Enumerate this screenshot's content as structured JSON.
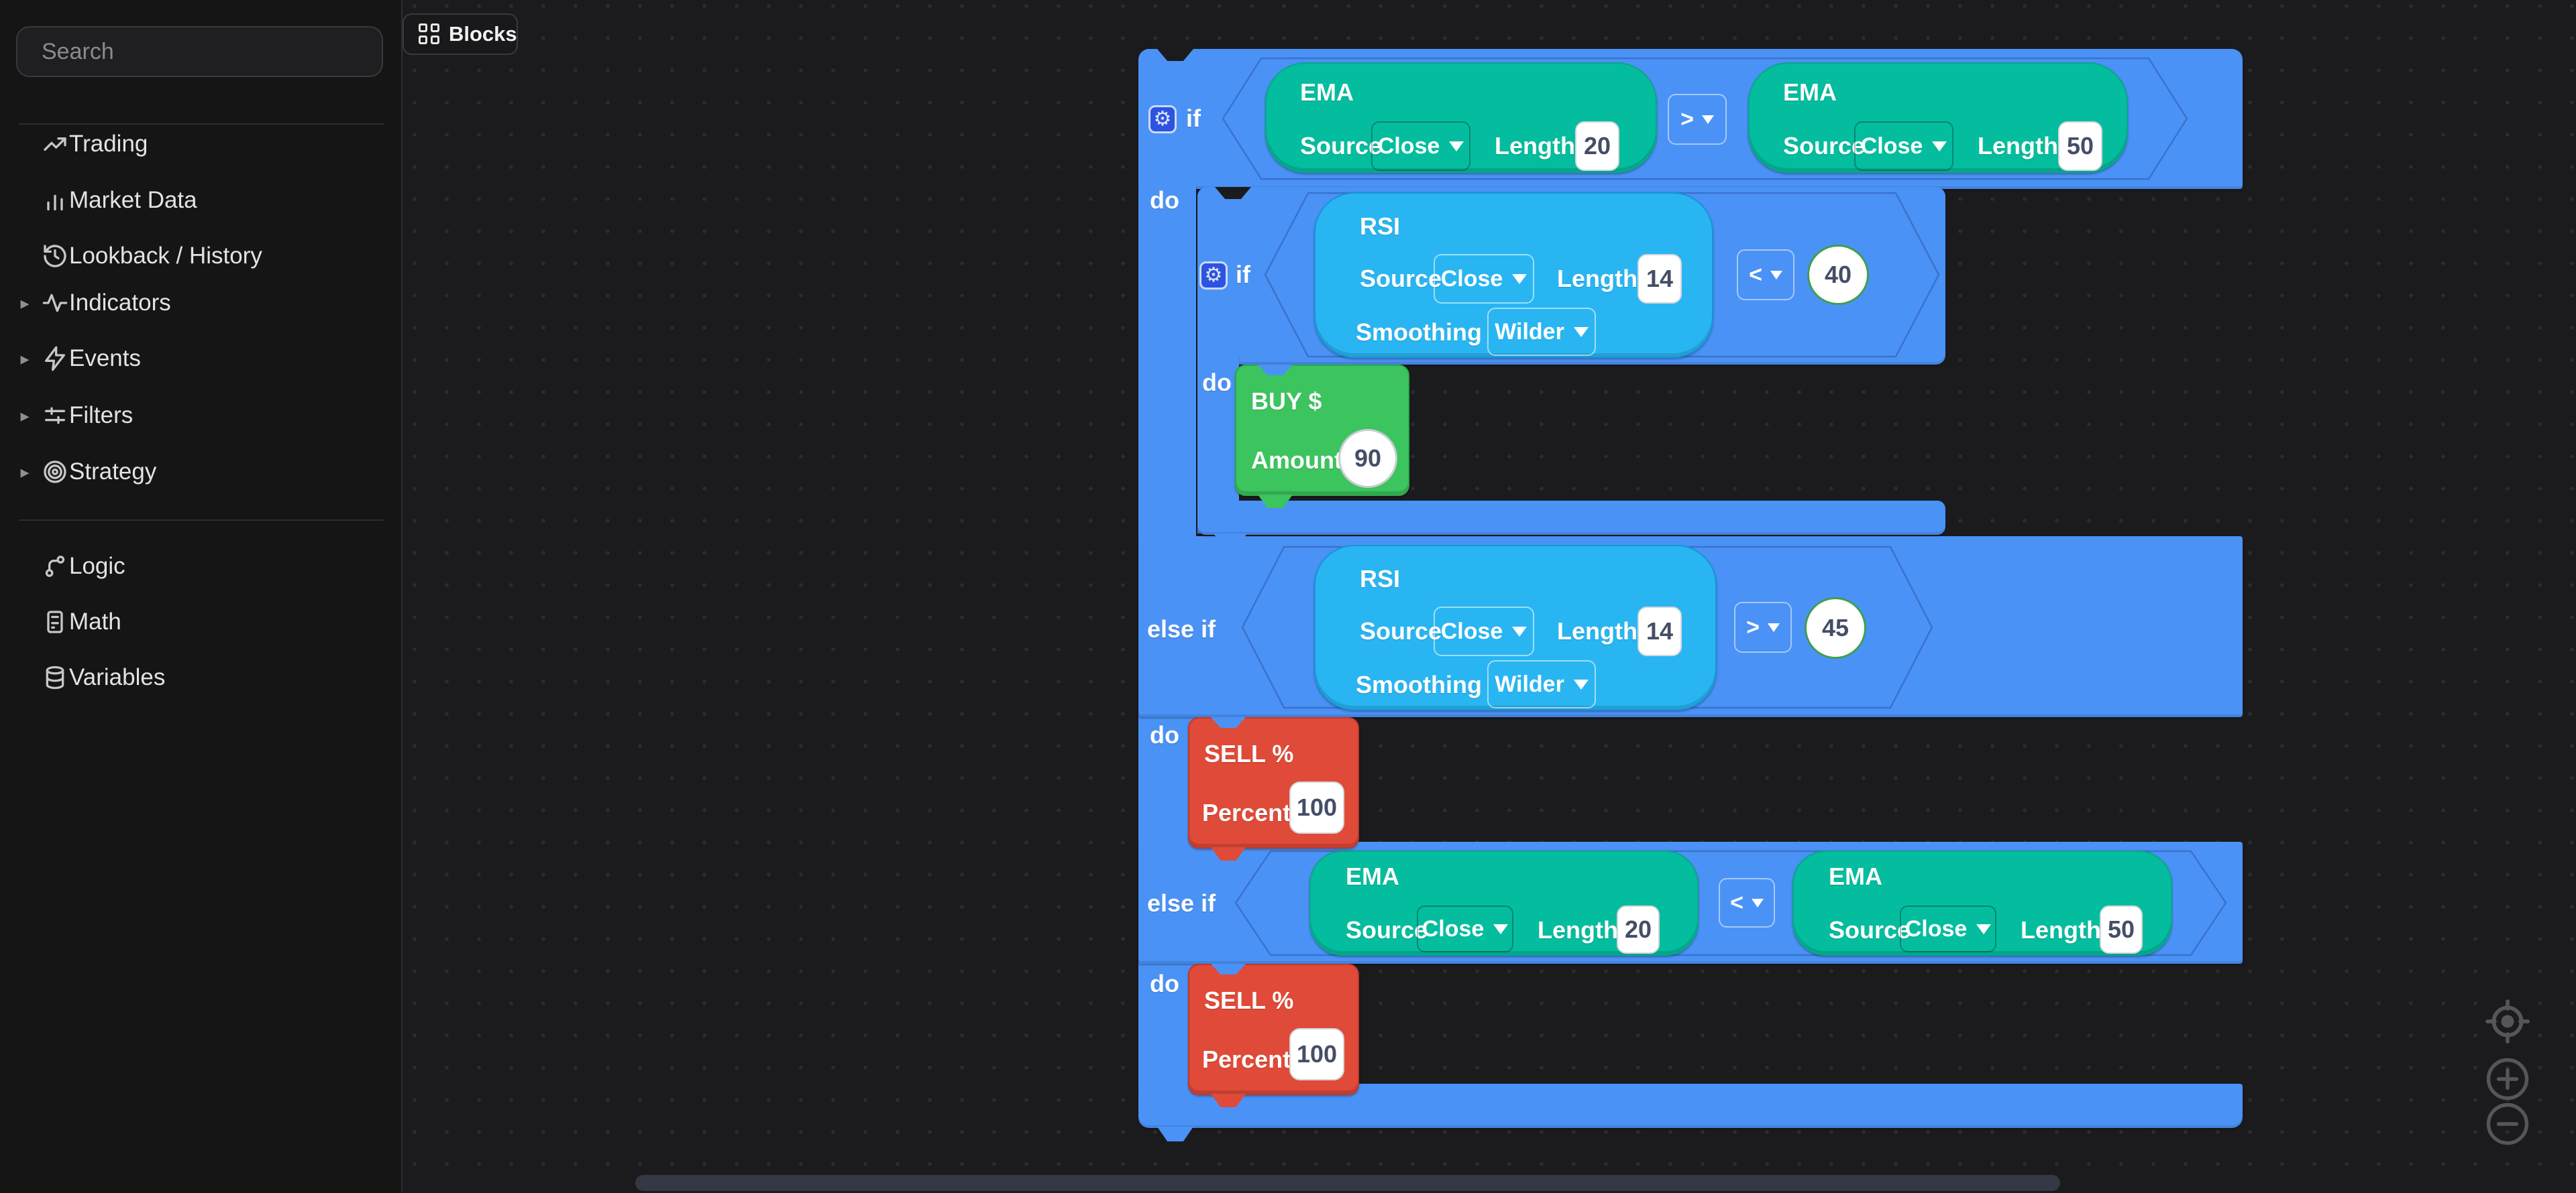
{
  "sidebar": {
    "search_placeholder": "Search",
    "items": [
      {
        "label": "Trading",
        "icon": "trending-up-icon",
        "expandable": false
      },
      {
        "label": "Market Data",
        "icon": "bar-chart-icon",
        "expandable": false
      },
      {
        "label": "Lookback / History",
        "icon": "history-icon",
        "expandable": false
      },
      {
        "label": "Indicators",
        "icon": "activity-icon",
        "expandable": true
      },
      {
        "label": "Events",
        "icon": "zap-icon",
        "expandable": true
      },
      {
        "label": "Filters",
        "icon": "sliders-icon",
        "expandable": true
      },
      {
        "label": "Strategy",
        "icon": "target-icon",
        "expandable": true
      },
      {
        "label": "Logic",
        "icon": "git-branch-icon",
        "expandable": false
      },
      {
        "label": "Math",
        "icon": "calculator-icon",
        "expandable": false
      },
      {
        "label": "Variables",
        "icon": "database-icon",
        "expandable": false
      }
    ]
  },
  "toolbar": {
    "blocks_tab": "Blocks"
  },
  "workspace": {
    "keywords": {
      "if": "if",
      "do": "do",
      "else_if": "else if"
    },
    "ema20_top": {
      "title": "EMA",
      "source_label": "Source",
      "source": "Close",
      "length_label": "Length",
      "length": "20"
    },
    "op_top": ">",
    "ema50_top": {
      "title": "EMA",
      "source_label": "Source",
      "source": "Close",
      "length_label": "Length",
      "length": "50"
    },
    "rsi_buy": {
      "title": "RSI",
      "source_label": "Source",
      "source": "Close",
      "length_label": "Length",
      "length": "14",
      "smoothing_label": "Smoothing",
      "smoothing": "Wilder"
    },
    "op_rsi_buy": "<",
    "rsi_buy_threshold": "40",
    "buy": {
      "title": "BUY $",
      "amount_label": "Amount",
      "amount": "90"
    },
    "rsi_sell": {
      "title": "RSI",
      "source_label": "Source",
      "source": "Close",
      "length_label": "Length",
      "length": "14",
      "smoothing_label": "Smoothing",
      "smoothing": "Wilder"
    },
    "op_rsi_sell": ">",
    "rsi_sell_threshold": "45",
    "sell1": {
      "title": "SELL %",
      "percent_label": "Percent",
      "percent": "100"
    },
    "ema20_bot": {
      "title": "EMA",
      "source_label": "Source",
      "source": "Close",
      "length_label": "Length",
      "length": "20"
    },
    "op_bot": "<",
    "ema50_bot": {
      "title": "EMA",
      "source_label": "Source",
      "source": "Close",
      "length_label": "Length",
      "length": "50"
    },
    "sell2": {
      "title": "SELL %",
      "percent_label": "Percent",
      "percent": "100"
    }
  },
  "colors": {
    "bar_blue": "#4b92f6",
    "indicator_teal": "#04bd9e",
    "indicator_blue": "#29b5f2",
    "buy_green": "#3cc45e",
    "sell_red": "#e04a38",
    "canvas": "#1b1b1d",
    "sidebar": "#151516"
  }
}
